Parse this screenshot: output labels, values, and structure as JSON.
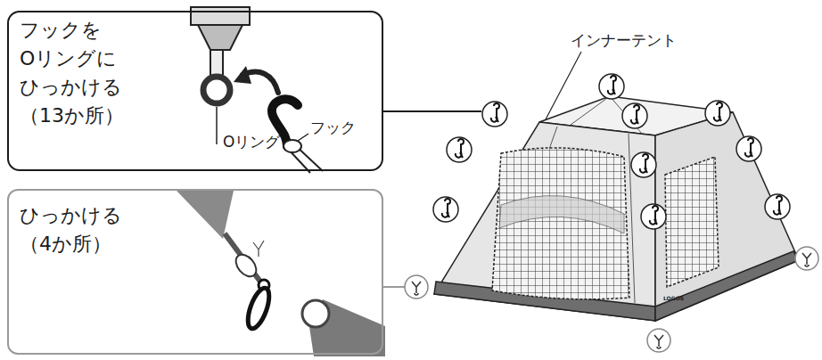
{
  "diagram": {
    "nodes": [
      {
        "text": [
          "フックを Oリングに ひっかける （13か所）"
        ]
      },
      {
        "text": [
          "ひっかける （4か所）"
        ]
      }
    ],
    "labels": [
      "インナーテント",
      "Oリング",
      "フック",
      "LOGOS"
    ]
  }
}
